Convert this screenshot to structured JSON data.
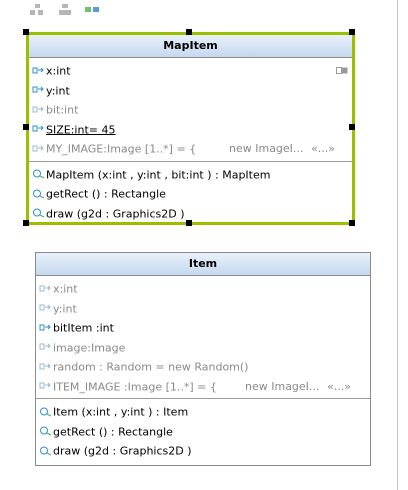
{
  "toolbar": {
    "icons": [
      "arrange-layout-icon",
      "arrange-layout-alt-icon",
      "show-connections-icon"
    ]
  },
  "diagram": {
    "boxes": [
      {
        "name": "MapItem",
        "selected": true,
        "attributes": [
          {
            "text": "x:int",
            "style": "normal"
          },
          {
            "text": "y:int",
            "style": "normal"
          },
          {
            "text": "bit:int",
            "style": "gray"
          },
          {
            "text": "SIZE:int= 45",
            "style": "static"
          },
          {
            "text": "MY_IMAGE:Image [1..*] = {",
            "init": "new ImageI...",
            "more": "«...»",
            "style": "gray"
          }
        ],
        "operations": [
          "MapItem (x:int , y:int , bit:int ) : MapItem",
          "getRect () : Rectangle",
          "draw (g2d : Graphics2D )"
        ]
      },
      {
        "name": "Item",
        "selected": false,
        "attributes": [
          {
            "text": "x:int",
            "style": "gray"
          },
          {
            "text": "y:int",
            "style": "gray"
          },
          {
            "text": "bitItem :int",
            "style": "normal"
          },
          {
            "text": "image:Image",
            "style": "gray"
          },
          {
            "text": "random : Random = new Random()",
            "style": "gray"
          },
          {
            "text": "ITEM_IMAGE :Image [1..*] = {",
            "init": "new ImageI...",
            "more": "«...»",
            "style": "gray"
          }
        ],
        "operations": [
          "Item (x:int , y:int ) : Item",
          "getRect () : Rectangle",
          "draw (g2d : Graphics2D )"
        ]
      }
    ]
  }
}
